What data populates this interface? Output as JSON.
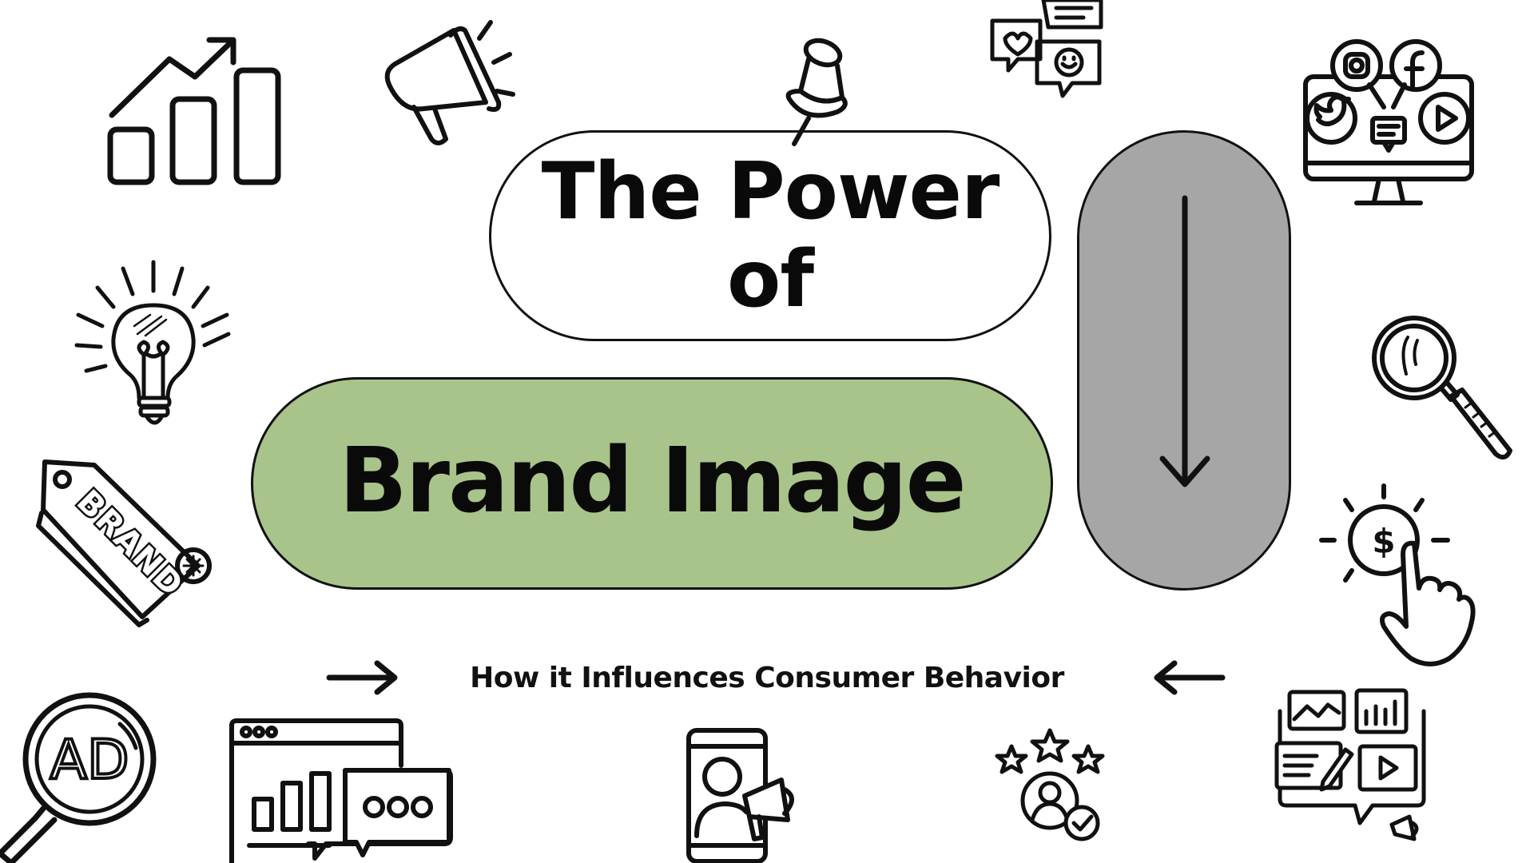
{
  "title": {
    "line1": "The Power",
    "line2": "of",
    "line3": "Brand Image"
  },
  "subtitle": "How it Influences Consumer Behavior",
  "badge": {
    "brand_tag": "BRAND",
    "ad_lens": "AD",
    "dollar": "$"
  },
  "colors": {
    "accent_green": "#a8c48a",
    "side_gray": "#a6a6a6",
    "stroke": "#111111",
    "background": "#ffffff"
  },
  "icons": [
    "growth-chart-icon",
    "megaphone-icon",
    "push-pin-icon",
    "chat-bubbles-icon",
    "social-media-monitor-icon",
    "lightbulb-icon",
    "brand-tag-icon",
    "magnifier-icon",
    "dollar-click-icon",
    "ad-search-icon",
    "browser-analytics-icon",
    "phone-video-icon",
    "rating-user-icon",
    "content-media-icon",
    "down-arrow-icon",
    "right-arrow-icon",
    "left-arrow-icon"
  ]
}
